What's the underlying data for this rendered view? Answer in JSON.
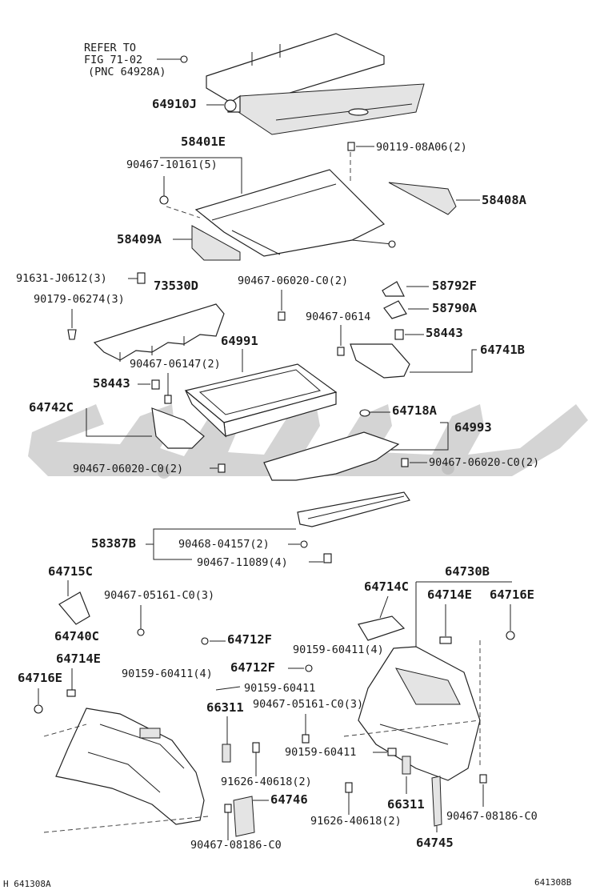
{
  "watermark": "",
  "refer_note": {
    "line1": "REFER TO",
    "line2": "FIG 71-02",
    "line3": "(PNC 64928A)"
  },
  "labels": {
    "p64910J": "64910J",
    "p58401E": "58401E",
    "p90467_10161": "90467-10161(5)",
    "p90119": "90119-08A06(2)",
    "p58408A": "58408A",
    "p58409A": "58409A",
    "p91631": "91631-J0612(3)",
    "p73530D": "73530D",
    "p90467_06020_top": "90467-06020-C0(2)",
    "p58792F": "58792F",
    "p90179": "90179-06274(3)",
    "p58790A": "58790A",
    "p90467_0614": "90467-0614",
    "p58443_right": "58443",
    "p64991": "64991",
    "p64741B": "64741B",
    "p90467_06147": "90467-06147(2)",
    "p58443_left": "58443",
    "p64742C": "64742C",
    "p64718A": "64718A",
    "p64993": "64993",
    "p90467_06020_left": "90467-06020-C0(2)",
    "p90467_06020_right": "90467-06020-C0(2)",
    "p58387B": "58387B",
    "p90468": "90468-04157(2)",
    "p90467_11089": "90467-11089(4)",
    "p64715C": "64715C",
    "p64730B": "64730B",
    "p64714C": "64714C",
    "p64714E_right": "64714E",
    "p64716E_right": "64716E",
    "p90467_05161_top": "90467-05161-C0(3)",
    "p64740C": "64740C",
    "p64712F_top": "64712F",
    "p64714E_left": "64714E",
    "p90159_60411_4_right": "90159-60411(4)",
    "p64716E_left": "64716E",
    "p90159_60411_4_left": "90159-60411(4)",
    "p64712F_mid": "64712F",
    "p90159_60411_a": "90159-60411",
    "p66311_left": "66311",
    "p90467_05161_mid": "90467-05161-C0(3)",
    "p90159_60411_b": "90159-60411",
    "p91626_left": "91626-40618(2)",
    "p64746": "64746",
    "p66311_right": "66311",
    "p91626_right": "91626-40618(2)",
    "p90467_08186_right": "90467-08186-C0",
    "p90467_08186_left": "90467-08186-C0",
    "p64745": "64745"
  },
  "footer": {
    "left": "H 641308A",
    "right": "641308B"
  }
}
